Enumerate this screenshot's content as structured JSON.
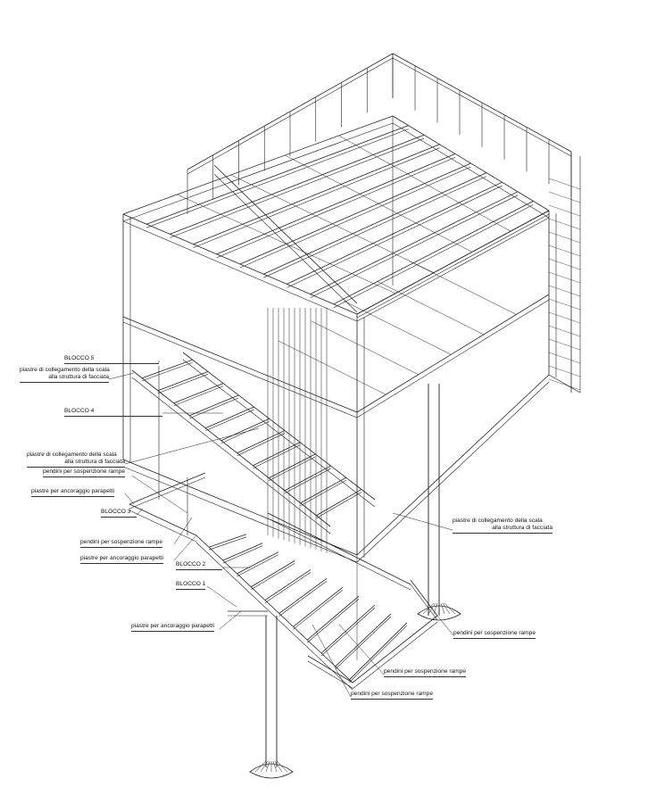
{
  "drawing": {
    "labels": {
      "blocco5": "BLOCCO 5",
      "blocco4": "BLOCCO 4",
      "blocco3": "BLOCCO 3",
      "blocco2": "BLOCCO 2",
      "blocco1": "BLOCCO 1",
      "piastre_collegamento_1a": "piastre di collegamento della scala",
      "piastre_collegamento_1b": "alla struttura di facciata",
      "piastre_collegamento_2a": "piastre di collegamento della scala",
      "piastre_collegamento_2b": "alla struttura di facciata",
      "piastre_collegamento_3a": "piastre di collegamento della scala",
      "piastre_collegamento_3b": "alla struttura di facciata",
      "pendini_1": "pendini per sospenzione rampe",
      "pendini_2": "pendini per sospenzione rampe",
      "pendini_3": "pendini per sospenzione rampe",
      "pendini_4": "pendini per sospenzione rampe",
      "pendini_5": "pendini per sospenzione rampe",
      "ancoraggio_1": "piastre per ancoraggio parapetti",
      "ancoraggio_2": "piastre per ancoraggio parapetti",
      "ancoraggio_3": "piastre per ancoraggio parapetti"
    },
    "line_color": "#222222"
  }
}
